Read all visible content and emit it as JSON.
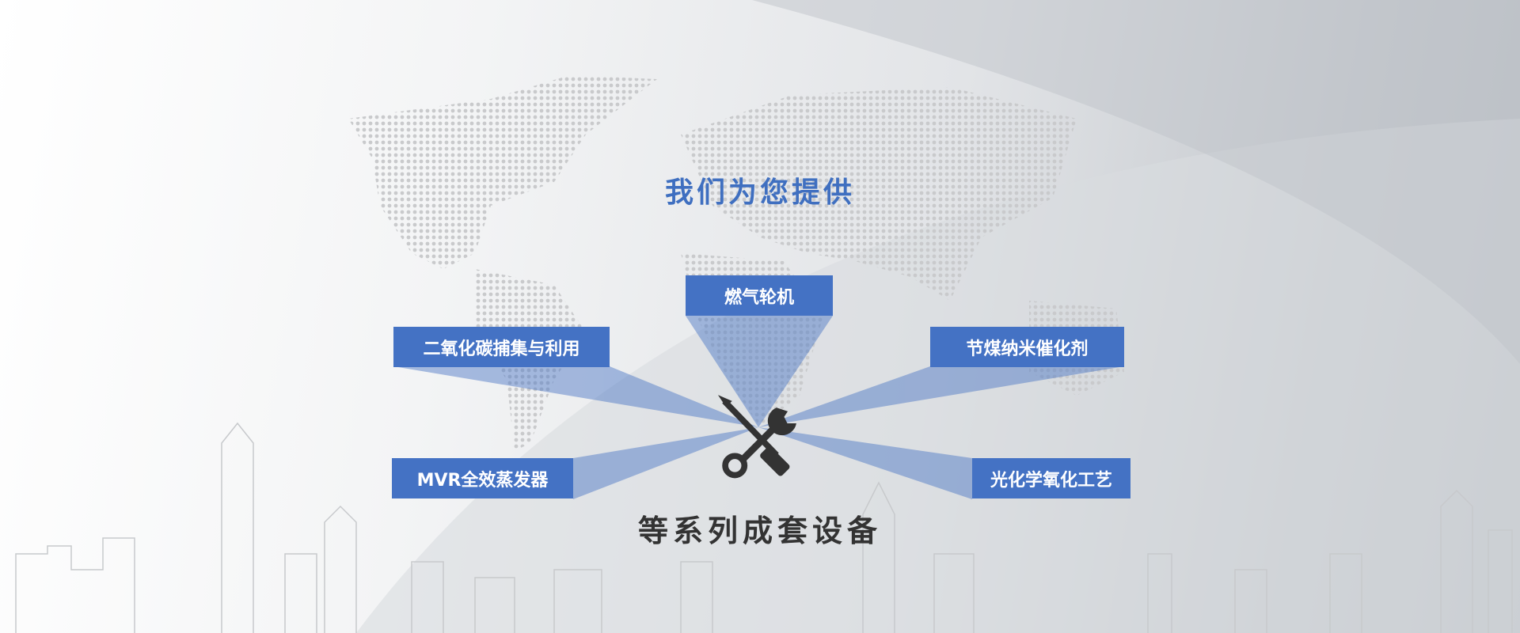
{
  "heading": "我们为您提供",
  "footer_heading": "等系列成套设备",
  "products": [
    {
      "label": "燃气轮机"
    },
    {
      "label": "二氧化碳捕集与利用"
    },
    {
      "label": "节煤纳米催化剂"
    },
    {
      "label": "MVR全效蒸发器"
    },
    {
      "label": "光化学氧化工艺"
    }
  ],
  "center_icon": "tools-icon",
  "colors": {
    "accent": "#4472c4",
    "heading": "#3f6fc0",
    "text": "#333333"
  }
}
